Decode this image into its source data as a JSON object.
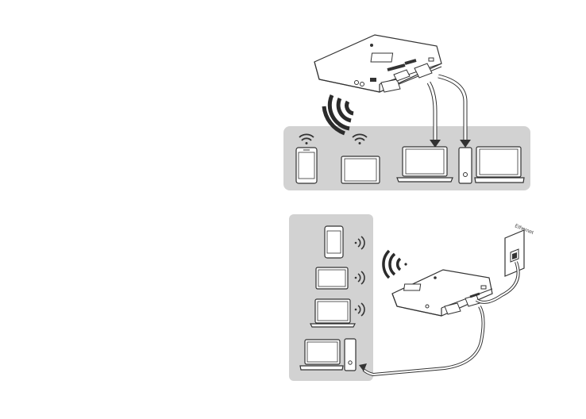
{
  "diagram": {
    "top_scene": {
      "devices": [
        "phone",
        "tablet",
        "laptop",
        "desktop-tower",
        "desktop-monitor"
      ],
      "connections": [
        "wifi",
        "wifi",
        "usb-cable",
        "lan-cable"
      ]
    },
    "bottom_scene": {
      "devices": [
        "phone",
        "tablet",
        "laptop",
        "desktop-monitor",
        "desktop-tower"
      ],
      "connections": [
        "wifi",
        "wifi",
        "wifi",
        "lan-cable"
      ],
      "wall_socket_label": "Ethernet"
    },
    "colors": {
      "panel": "#d2d2d2",
      "outline": "#333333",
      "dark": "#2b2b2b",
      "white": "#ffffff"
    }
  }
}
